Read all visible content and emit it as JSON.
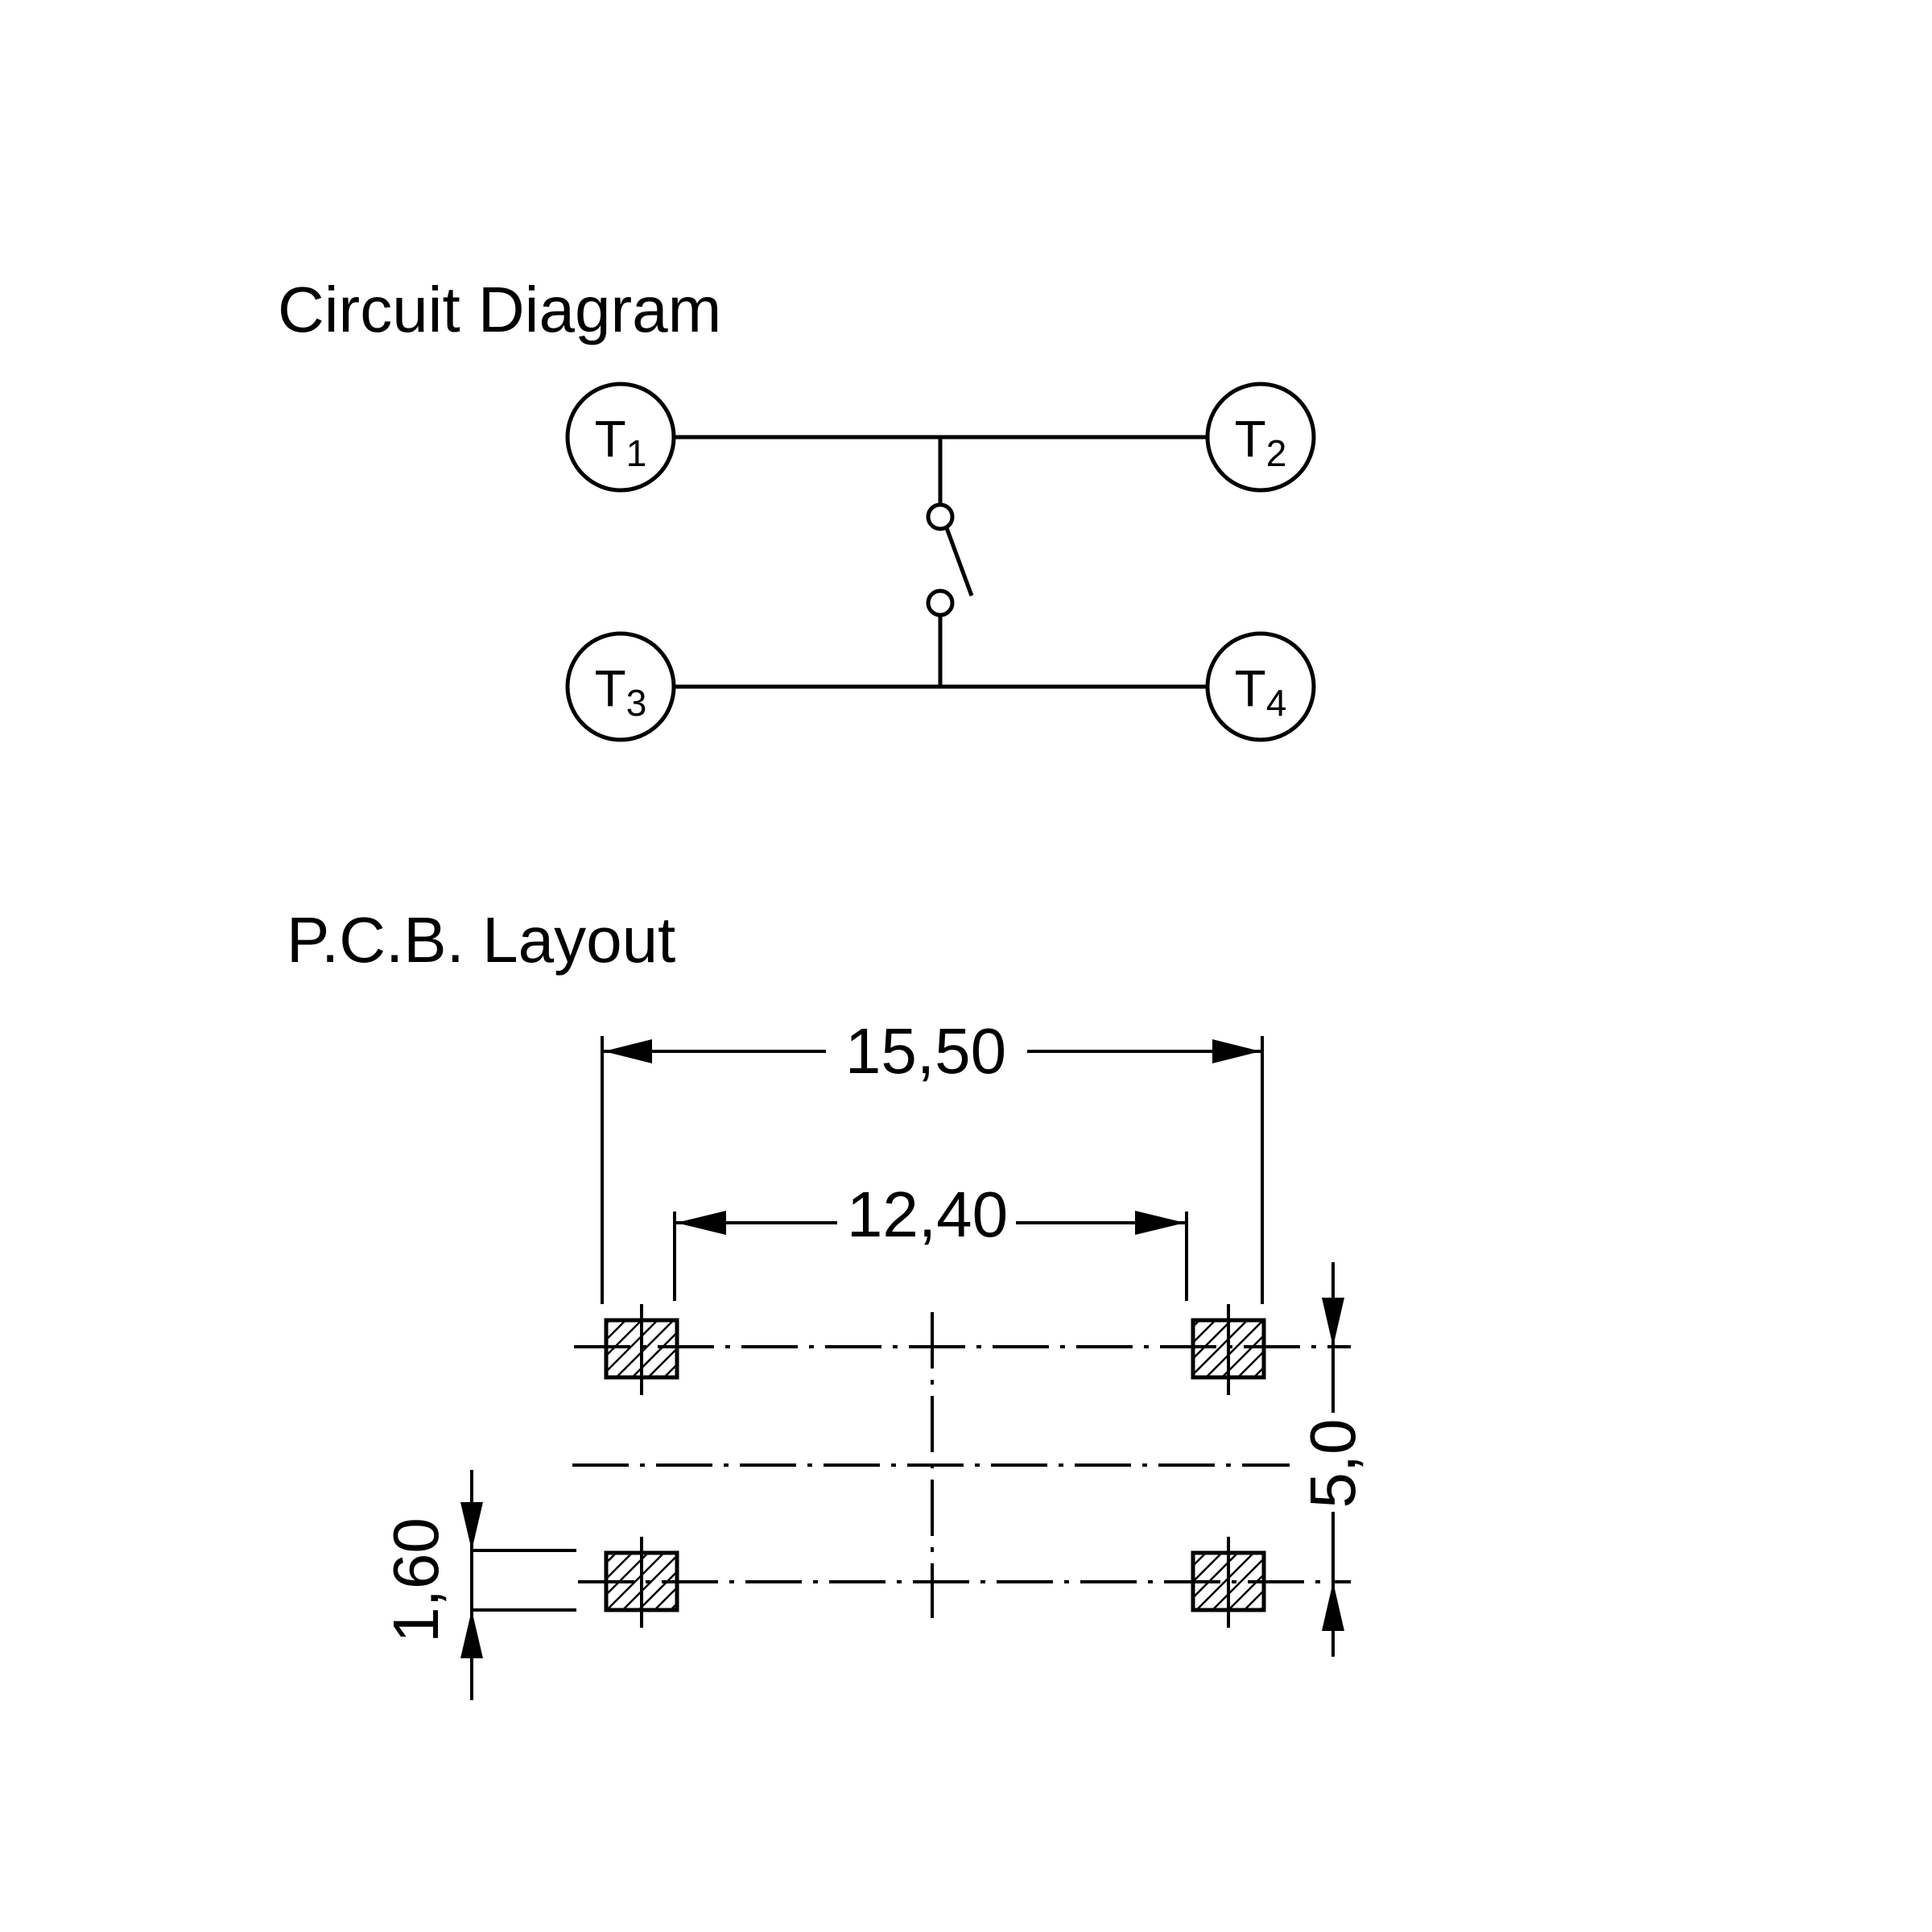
{
  "circuit": {
    "title": "Circuit Diagram",
    "terminals": [
      {
        "letter": "T",
        "sub": "1"
      },
      {
        "letter": "T",
        "sub": "2"
      },
      {
        "letter": "T",
        "sub": "3"
      },
      {
        "letter": "T",
        "sub": "4"
      }
    ],
    "switch": {
      "state": "open"
    }
  },
  "pcb": {
    "title": "P.C.B. Layout",
    "dimensions": {
      "outer_pitch": "15,50",
      "inner_pitch": "12,40",
      "row_pitch": "5,0",
      "pad_size": "1,60"
    },
    "pads": {
      "rows": 2,
      "columns": 2,
      "fill": "hatched"
    }
  }
}
